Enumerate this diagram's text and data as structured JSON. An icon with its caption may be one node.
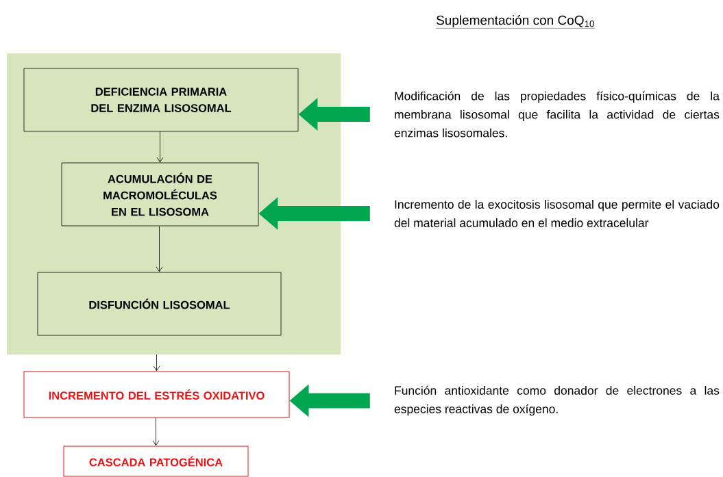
{
  "diagram": {
    "title": "Suplementación con CoQ$_{10}$",
    "nodes": [
      {
        "text": [],
        "shape": "box"
      },
      {
        "text": [
          "DEFICIENCIA PRIMARIA DEL ENZIMA LISOSOMAL"
        ],
        "in": 0
      },
      {
        "text": [
          "ACUMULACIÓN DE MACROMOLÉCULAS EN EL LISOSOMA"
        ],
        "in": 0
      },
      {
        "text": [
          "DISFUNCIÓN LISOSOMAL"
        ],
        "in": 0
      },
      {
        "text": [
          "INCREMENTO DEL ESTRÉS OXIDATIVO"
        ]
      },
      {
        "text": [
          "CASCADA PATOGÉNICA"
        ]
      },
      {
        "text": [
          "Modificación de las propiedades físico-químicas de la membrana lisosomal que facilita la actividad de ciertas enzimas lisosomales."
        ]
      },
      {
        "text": [
          "Incremento de la exocitosis lisosomal que permite el vaciado del material acumulado en el medio extracelular"
        ]
      },
      {
        "text": [
          "Función antioxidante como donador de electrones a las especies reactivas de oxígeno."
        ]
      }
    ],
    "edges": [
      {
        "from": 1,
        "to": 2,
        "arrow": "to"
      },
      {
        "from": 2,
        "to": 3,
        "arrow": "to"
      },
      {
        "from": 0,
        "to": 4,
        "arrow": "to"
      },
      {
        "from": 4,
        "to": 5,
        "arrow": "to"
      },
      {
        "from": 6,
        "to": 1,
        "arrow": "to",
        "style": "thick",
        "color": "#00a650"
      },
      {
        "from": 7,
        "to": 2,
        "arrow": "to",
        "style": "thick",
        "color": "#00a650"
      },
      {
        "from": 8,
        "to": 4,
        "arrow": "to",
        "style": "thick",
        "color": "#00a650"
      }
    ]
  }
}
